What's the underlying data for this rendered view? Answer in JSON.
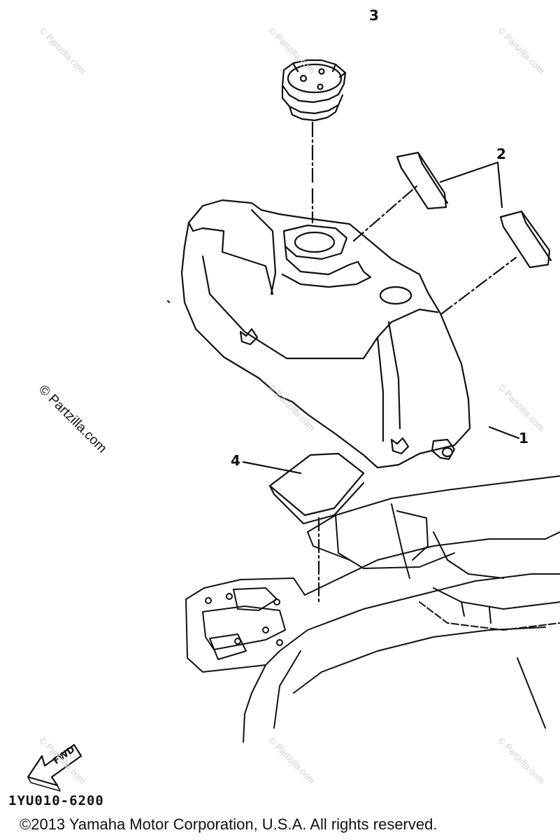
{
  "watermark": {
    "text": "© Partzilla.com"
  },
  "callouts": {
    "one": "1",
    "two": "2",
    "three": "3",
    "four": "4"
  },
  "fwd_label": "FWD",
  "diagram_code": "1YU010-6200",
  "copyright": "©2013 Yamaha Motor Corporation, U.S.A. All rights reserved.",
  "icons": {
    "forward_arrow": "fwd-arrow-icon"
  }
}
